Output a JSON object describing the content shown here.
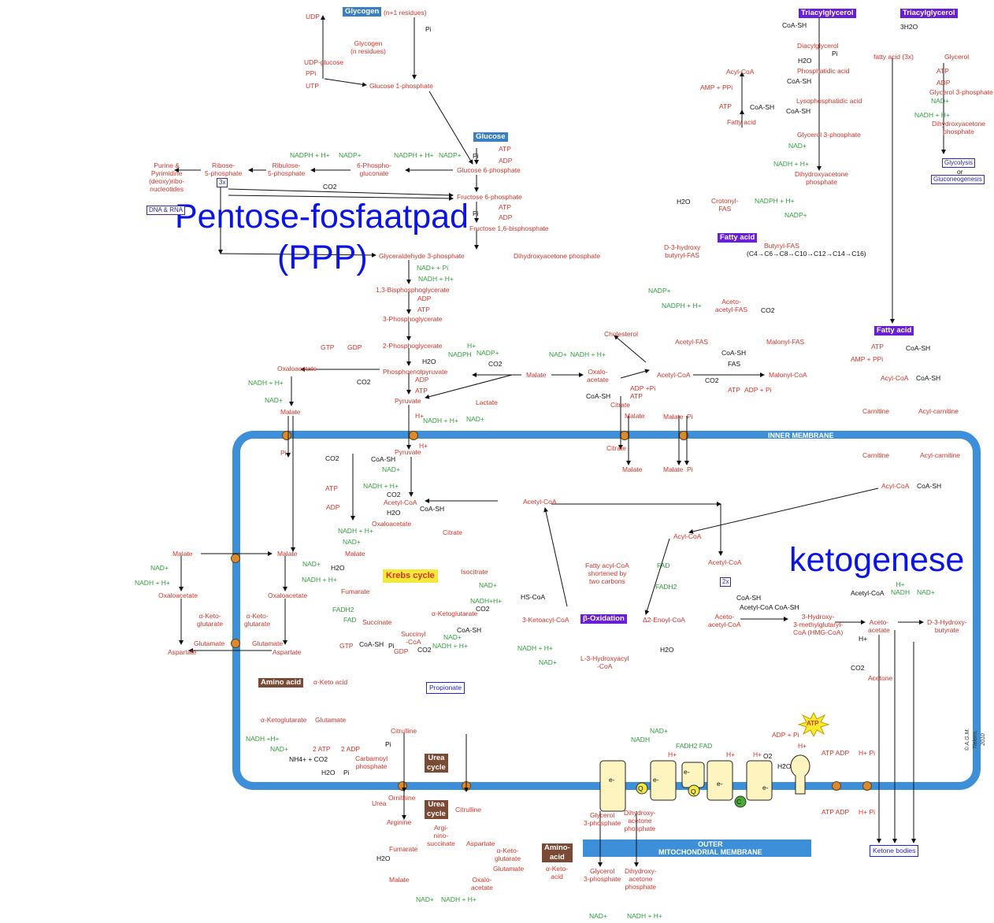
{
  "colors": {
    "metabolite": "#d9342b",
    "cofactor": "#2e9e3e",
    "membrane": "#3c8fd8",
    "overlay_text": "#0a14e6",
    "box_glycogen": "#3a7fc4",
    "box_lipid": "#6a1fd6",
    "box_amino": "#7a4a35",
    "box_krebs": "#f3e93a",
    "transporter": "#d98b2e"
  },
  "overlay": {
    "ppp_title": "Pentose-fosfaatpad",
    "ppp_abbr": "(PPP)",
    "keto_title": "ketogenese"
  },
  "glycogen": {
    "box": "Glycogen",
    "n1": "(n+1 residues)",
    "udp": "UDP",
    "glycogen_n": "Glycogen\n(n residues)",
    "udp_glucose": "UDP-glucose",
    "ppi": "PPi",
    "utp": "UTP",
    "g1p": "Glucose 1-phosphate",
    "pi": "Pi"
  },
  "ppp": {
    "glucose_box": "Glucose",
    "atp1": "ATP",
    "adp1": "ADP",
    "pi1": "Pi",
    "g6p": "Glucose 6-phosphate",
    "nadph1": "NADPH + H+",
    "nadp1": "NADP+",
    "phosphogluconate": "6-Phospho-\ngluconate",
    "nadph2": "NADPH + H+",
    "nadp2": "NADP+",
    "ribulose": "Ribulose-\n5-phosphate",
    "ribose": "Ribose-\n5-phosphate",
    "x3": "3x",
    "co2": "CO2",
    "purine": "Purine &\nPyrimidine\n(deoxy)ribo-\nnucleotides",
    "dna": "DNA & RNA",
    "f6p": "Fructose 6-phosphate",
    "atp2": "ATP",
    "adp2": "ADP",
    "pi2": "Pi",
    "f16bp": "Fructose 1,6-bisphosphate",
    "gap": "Glyceraldehyde 3-phosphate",
    "dhap": "Dihydroxyacetone phosphate"
  },
  "glycolysis": {
    "nad_pi": "NAD+ + Pi",
    "nadh": "NADH + H+",
    "bpg": "1,3-Bisphosphoglycerate",
    "adp": "ADP",
    "atp": "ATP",
    "pg3": "3-Phosphoglycerate",
    "pg2": "2-Phosphoglycerate",
    "h2o": "H2O",
    "pep": "Phosphoenolpyruvate",
    "adp2": "ADP",
    "atp2": "ATP",
    "pyruvate": "Pyruvate",
    "lactate": "Lactate",
    "h": "H+",
    "nadh2": "NADH + H+",
    "nad2": "NAD+",
    "gtp": "GTP",
    "gdp": "GDP",
    "oaa": "Oxaloacetate",
    "co2": "CO2",
    "nadh3": "NADH + H+",
    "nad3": "NAD+",
    "malate": "Malate",
    "pi": "Pi"
  },
  "cytosol": {
    "h": "H+",
    "nadph": "NADPH",
    "nadp": "NADP+",
    "co2": "CO2",
    "malate": "Malate",
    "nad": "NAD+",
    "nadh": "NADH + H+",
    "oaa": "Oxalo-\nacetate",
    "acetyl_coa": "Acetyl-CoA",
    "cholesterol": "Cholesterol",
    "coash": "CoA-SH",
    "adp_pi": "ADP +Pi",
    "atp": "ATP",
    "citrate": "Citrate",
    "malate2": "Malate",
    "malate3": "Malate",
    "pi3": "Pi",
    "co2b": "CO2",
    "atp2": "ATP",
    "adp_pi2": "ADP + Pi",
    "malonyl_coa": "Malonyl-CoA",
    "acetyl_fas": "Acetyl-FAS",
    "malonyl_fas": "Malonyl-FAS",
    "coash2": "CoA-SH",
    "fas": "FAS"
  },
  "fas": {
    "h2o": "H2O",
    "crotonyl": "Crotonyl-\nFAS",
    "nadph": "NADPH + H+",
    "nadp": "NADP+",
    "fatty_acid_box": "Fatty acid",
    "butyryl": "Butyryl-FAS",
    "chain": "(C4→C6→C8→C10→C12→C14→C16)",
    "hydroxybutyryl": "D-3-hydroxy\nbutyryl-FAS",
    "nadp2": "NADP+",
    "nadph2": "NADPH + H+",
    "acetoacetyl": "Aceto-\nacetyl-FAS",
    "co2": "CO2"
  },
  "tag": {
    "box": "Triacylglycerol",
    "coash1": "CoA-SH",
    "dag": "Diacylglycerol",
    "pi": "Pi",
    "h2o": "H2O",
    "pa": "Phosphatidic acid",
    "acyl_coa": "Acyl-CoA",
    "amp": "AMP + PPi",
    "coash2": "CoA-SH",
    "atp": "ATP",
    "coash3": "CoA-SH",
    "lpa": "Lysophosphatidic acid",
    "coash4": "CoA-SH",
    "fatty_acid": "Fatty acid",
    "g3p": "Glycerol 3-phosphate",
    "nad": "NAD+",
    "nadh": "NADH + H+",
    "dhap": "Dihydroxyacetone\nphosphate"
  },
  "lipolysis": {
    "box": "Triacylglycerol",
    "h2o": "3H2O",
    "fa3": "fatty acid (3x)",
    "glycerol": "Glycerol",
    "atp": "ATP",
    "adp": "ADP",
    "g3p": "Glycerol 3-phosphate",
    "nad": "NAD+",
    "nadh": "NADH + H+",
    "dhap": "Dihydroxyacetone\nphosphate",
    "glycolysis": "Glycolysis",
    "or": "or",
    "gluconeogenesis": "Gluconeogenesis"
  },
  "carnitine": {
    "fa_box": "Fatty acid",
    "atp": "ATP",
    "coash": "CoA-SH",
    "amp": "AMP + PPi",
    "acyl_coa": "Acyl-CoA",
    "coash2": "CoA-SH",
    "carnitine": "Carnitine",
    "acylcarnitine": "Acyl-carnitine",
    "inner": "INNER MEMBRANE",
    "carnitine2": "Carnitine",
    "acylcarnitine2": "Acyl-carnitine",
    "acyl_coa2": "Acyl-CoA",
    "coash3": "CoA-SH",
    "citrate": "Citrate",
    "malate": "Malate",
    "malate2": "Malate",
    "pi": "Pi"
  },
  "krebs": {
    "pyruvate": "Pyruvate",
    "h": "H+",
    "co2": "CO2",
    "coash": "CoA-SH",
    "nad": "NAD+",
    "nadh": "NADH + H+",
    "co2b": "CO2",
    "atp": "ATP",
    "adp": "ADP",
    "acetyl_coa": "Acetyl-CoA",
    "h2o": "H2O",
    "coash2": "CoA-SH",
    "oaa": "Oxaloacetate",
    "citrate": "Citrate",
    "nadh2": "NADH + H+",
    "nad2": "NAD+",
    "malate": "Malate",
    "h2o2": "H2O",
    "fumarate": "Fumarate",
    "isocitrate": "Isocitrate",
    "box": "Krebs cycle",
    "nad3": "NAD+",
    "nadh3": "NADH+H+",
    "co2c": "CO2",
    "akg": "α-Ketoglutarate",
    "fadh2": "FADH2",
    "fad": "FAD",
    "succinate": "Succinate",
    "succinyl": "Succinyl\n-CoA",
    "coash3": "CoA-SH",
    "nad4": "NAD+",
    "nadh4": "NADH + H+",
    "co2d": "CO2",
    "gtp": "GTP",
    "coash4": "CoA-SH",
    "pi": "Pi",
    "gdp": "GDP",
    "propionate": "Propionate"
  },
  "shuttle": {
    "malate_l": "Malate",
    "nad": "NAD+",
    "nadh": "NADH + H+",
    "oaa_l": "Oxaloacetate",
    "akg_l": "α-Keto-\nglutarate",
    "akg_r": "α-Keto-\nglutarate",
    "glu_l": "Glutamate",
    "asp_l": "Aspartate",
    "malate_r": "Malate",
    "nad2": "NAD+",
    "nadh2": "NADH + H+",
    "oaa_r": "Oxaloacetate",
    "glu_r": "Glutamate",
    "asp_r": "Aspartate"
  },
  "urea": {
    "amino_box": "Amino acid",
    "keto_acid": "α-Keto acid",
    "akg": "α-Ketoglutarate",
    "glu": "Glutamate",
    "nadh": "NADH +H+",
    "nad": "NAD+",
    "nh4": "NH4+ + CO2",
    "atp2": "2 ATP",
    "adp2": "2 ADP",
    "carbamoyl": "Carbamoyl\nphosphate",
    "h2o": "H2O",
    "pi": "Pi",
    "citrulline": "Citrulline",
    "pi2": "Pi",
    "cycle_box1": "Urea\ncycle",
    "ornithine": "Ornithine",
    "urea": "Urea",
    "cycle_box2": "Urea\ncycle",
    "citrulline2": "Citrulline",
    "arginine": "Arginine",
    "argsucc": "Argi-\nnino-\nsuccinate",
    "aspartate": "Aspartate",
    "fumarate": "Fumarate",
    "h2o2": "H2O",
    "malate": "Malate",
    "nad2": "NAD+",
    "nadh2": "NADH + H+",
    "oaa": "Oxalo-\nacetate",
    "akg2": "α-Keto-\nglutarate",
    "glu2": "Glutamate",
    "amino_box2": "Amino-\nacid",
    "keto_acid2": "α-Keto-\nacid"
  },
  "beta_ox": {
    "acetyl_coa": "Acetyl-CoA",
    "acyl_coa": "Acyl-CoA",
    "fatty_acyl": "Fatty acyl-CoA\nshortened by\ntwo carbons",
    "fad": "FAD",
    "fadh2": "FADH2",
    "hscoa": "HS-CoA",
    "ketoacyl": "3-Ketoacyl-CoA",
    "box": "β-Oxidation",
    "enoyl": "Δ2-Enoyl-CoA",
    "nadh": "NADH + H+",
    "nad": "NAD+",
    "hydroxyacyl": "L-3-Hydroxyacyl\n-CoA",
    "h2o": "H2O"
  },
  "ketone": {
    "acetyl_coa": "Acetyl-CoA",
    "x2": "2x",
    "coash": "CoA-SH",
    "acetyl_coash": "Acetyl-CoA  CoA-SH",
    "acetoacetyl": "Aceto-\nacetyl-CoA",
    "hmg": "3-Hydroxy-\n3-methylglutaryl-\nCoA (HMG-CoA)",
    "acetyl_coa2": "Acetyl-CoA",
    "h_nadh": "H+\nNADH",
    "nad": "NAD+",
    "acetoacetate": "Aceto-\nacetate",
    "hydroxybutyrate": "D-3-Hydroxy-\nbutyrate",
    "h": "H+",
    "co2": "CO2",
    "acetone": "Acetone",
    "bodies": "Ketone bodies"
  },
  "etc": {
    "nad": "NAD+",
    "nadh": "NADH",
    "h1": "H+",
    "fadh2_fad": "FADH2  FAD",
    "h2": "H+",
    "h3": "H+",
    "o2": "O2",
    "h2o": "H2O",
    "adp_pi": "ADP + Pi",
    "atp_star": "ATP",
    "h4": "H+",
    "atp_adp_top": "ATP  ADP",
    "h_pi_top": "H+  Pi",
    "atp_adp_bot": "ATP  ADP",
    "h_pi_bot": "H+  Pi",
    "e1": "e-",
    "e2": "e-",
    "e3": "e-",
    "e4": "e-",
    "e5": "e-",
    "q1": "Q",
    "q2": "Q",
    "c": "C",
    "g3p": "Glycerol\n3-phosphate",
    "dhap": "Dihydroxy-\nacetone\nphosphate",
    "outer": "OUTER\nMITOCHONDRIAL MEMBRANE",
    "g3p2": "Glycerol\n3-phosphate",
    "dhap2": "Dihydroxy-\nacetone\nphosphate",
    "nad2": "NAD+",
    "nadh2": "NADH + H+"
  },
  "credit": "© A.G.M. Tielens, 2010"
}
